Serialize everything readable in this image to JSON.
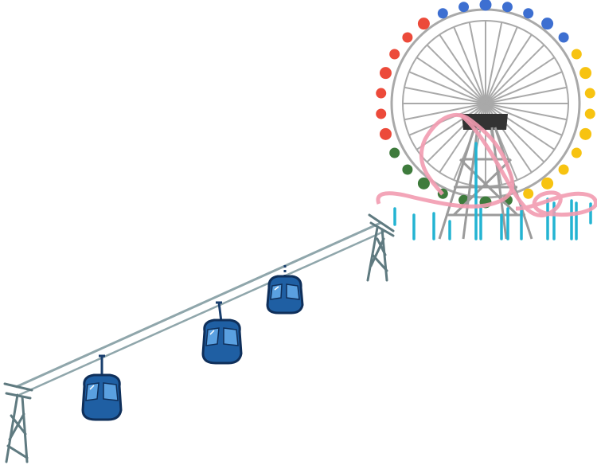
{
  "colors": {
    "background": "#ffffff",
    "cable": "#8fa6ab",
    "tower": "#5f7a80",
    "gondola_body": "#1f5fa3",
    "gondola_outline": "#0f2f5a",
    "gondola_window": "#5aa0e0",
    "wheel_spokes": "#a9a9a9",
    "wheel_hub": "#333333",
    "coaster_track": "#f29bb0",
    "coaster_supports": "#23b4d2",
    "bulbs_blue": "#3d6fd1",
    "bulbs_yellow": "#f7c311",
    "bulbs_green": "#3e7b3c",
    "bulbs_red": "#ec4a3a"
  },
  "objects": {
    "gondolas": 3,
    "towers": 2,
    "ferris_wheel": "ferris-wheel",
    "roller_coaster": "roller-coaster"
  }
}
